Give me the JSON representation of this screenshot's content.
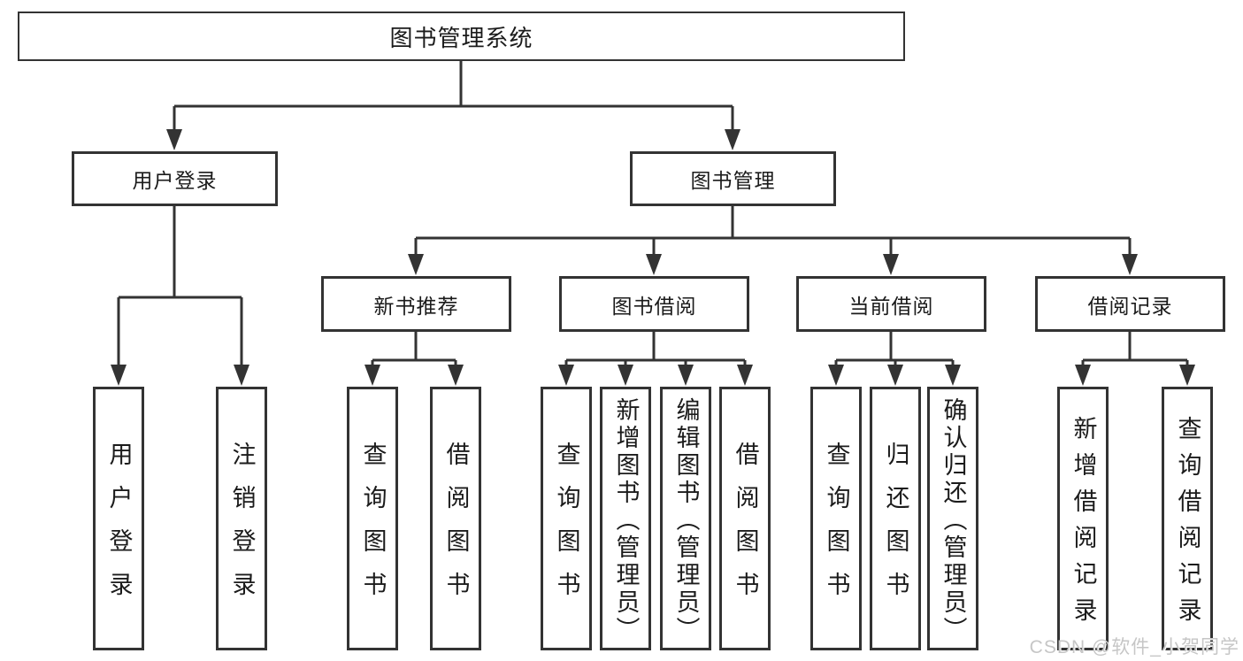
{
  "tree": {
    "label": "图书管理系统",
    "children": [
      {
        "label": "用户登录",
        "children": [
          {
            "label": "用户登录"
          },
          {
            "label": "注销登录"
          }
        ]
      },
      {
        "label": "图书管理",
        "children": [
          {
            "label": "新书推荐",
            "children": [
              {
                "label": "查询图书"
              },
              {
                "label": "借阅图书"
              }
            ]
          },
          {
            "label": "图书借阅",
            "children": [
              {
                "label": "查询图书"
              },
              {
                "label": "新增图书（管理员）"
              },
              {
                "label": "编辑图书（管理员）"
              },
              {
                "label": "借阅图书"
              }
            ]
          },
          {
            "label": "当前借阅",
            "children": [
              {
                "label": "查询图书"
              },
              {
                "label": "归还图书"
              },
              {
                "label": "确认归还（管理员）"
              }
            ]
          },
          {
            "label": "借阅记录",
            "children": [
              {
                "label": "新增借阅记录"
              },
              {
                "label": "查询借阅记录"
              }
            ]
          }
        ]
      }
    ]
  },
  "watermark": {
    "text": "CSDN @软件_小贺同学"
  },
  "colors": {
    "line": "#333333",
    "box_border": "#333333",
    "text": "#1b1b1b",
    "background": "#ffffff",
    "watermark": "#c6c6c6"
  }
}
